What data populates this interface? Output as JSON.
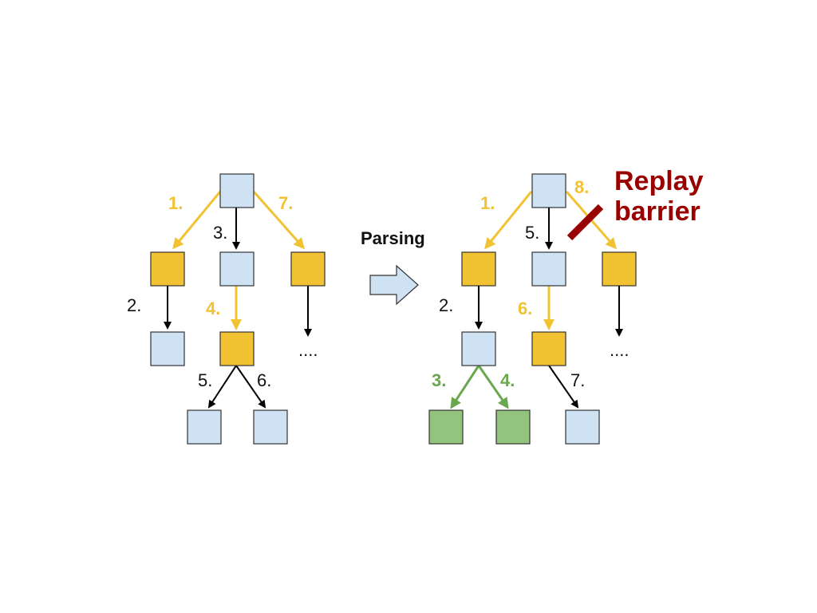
{
  "colors": {
    "blue_node": "#cfe2f3",
    "yellow_node": "#f1c232",
    "green_node": "#93c47d",
    "node_stroke": "#333333",
    "yellow_edge": "#f1c232",
    "green_edge": "#6aa84f",
    "black_edge": "#000000",
    "barrier": "#990000"
  },
  "left_tree": {
    "labels": {
      "e1": "1.",
      "e2": "2.",
      "e3": "3.",
      "e4": "4.",
      "e5": "5.",
      "e6": "6.",
      "e7": "7.",
      "more": "...."
    }
  },
  "transition": {
    "label": "Parsing",
    "icon": "right-arrow-icon"
  },
  "right_tree": {
    "labels": {
      "e1": "1.",
      "e2": "2.",
      "e3": "3.",
      "e4": "4.",
      "e5": "5.",
      "e6": "6.",
      "e7": "7.",
      "e8": "8.",
      "more": "...."
    },
    "barrier": {
      "line1": "Replay",
      "line2": "barrier"
    }
  }
}
